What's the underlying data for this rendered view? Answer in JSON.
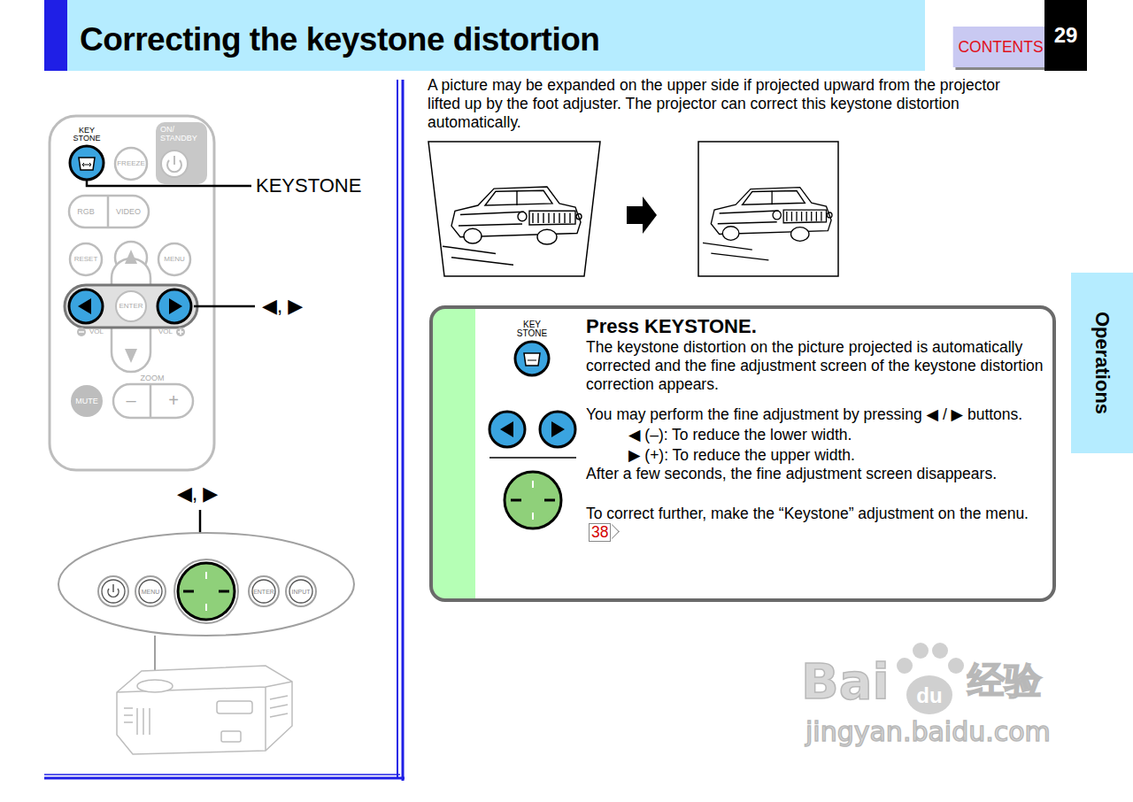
{
  "diagram": {
    "title": "Correcting the keystone distortion",
    "nodes": [
      {
        "text": [
          "CONTENTS"
        ]
      },
      {
        "text": [
          "29"
        ]
      },
      {
        "text": [
          "Operations"
        ]
      },
      {
        "text": [
          "Press KEYSTONE.",
          "The keystone distortion on the picture projected is automatically corrected and the fine adjustment screen of the keystone distortion correction appears.",
          "You may perform the fine adjustment by pressing ◀ / ▶ buttons.",
          "◀ (–): To reduce the lower width.",
          "▶ (+): To reduce the upper width.",
          "After a few seconds, the fine adjustment screen disappears.",
          "To correct further, make the “Keystone” adjustment on the menu."
        ]
      },
      {
        "text": [
          "38"
        ],
        "in": 3
      }
    ],
    "labels": [
      "KEY STONE",
      "ON/ STANDBY",
      "FREEZE",
      "RGB",
      "VIDEO",
      "RESET",
      "MENU",
      "ENTER",
      "VOL",
      "VOL",
      "ZOOM",
      "MUTE",
      "–",
      "+",
      "KEYSTONE",
      "◀, ▶",
      "◀, ▶",
      "MENU",
      "ENTER",
      "INPUT",
      "A picture may be expanded on the upper side if projected upward from the projector lifted up by the foot adjuster. The projector can correct this keystone distortion automatically.",
      "KEY STONE",
      "Bai",
      "du",
      "经验",
      "jingyan.baidu.com"
    ]
  }
}
